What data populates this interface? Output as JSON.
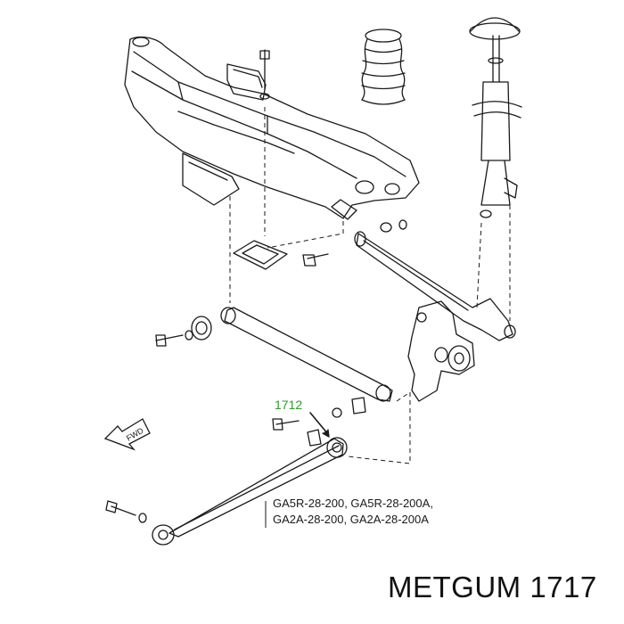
{
  "diagram": {
    "callout_label": "1712",
    "fwd_label": "FWD",
    "part_numbers": [
      "GA5R-28-200, GA5R-28-200A,",
      "GA2A-28-200, GA2A-28-200A"
    ]
  },
  "footer": {
    "brand_part": "METGUM 1717"
  },
  "colors": {
    "callout": "#2e9a2e",
    "line": "#1a1a1a"
  }
}
